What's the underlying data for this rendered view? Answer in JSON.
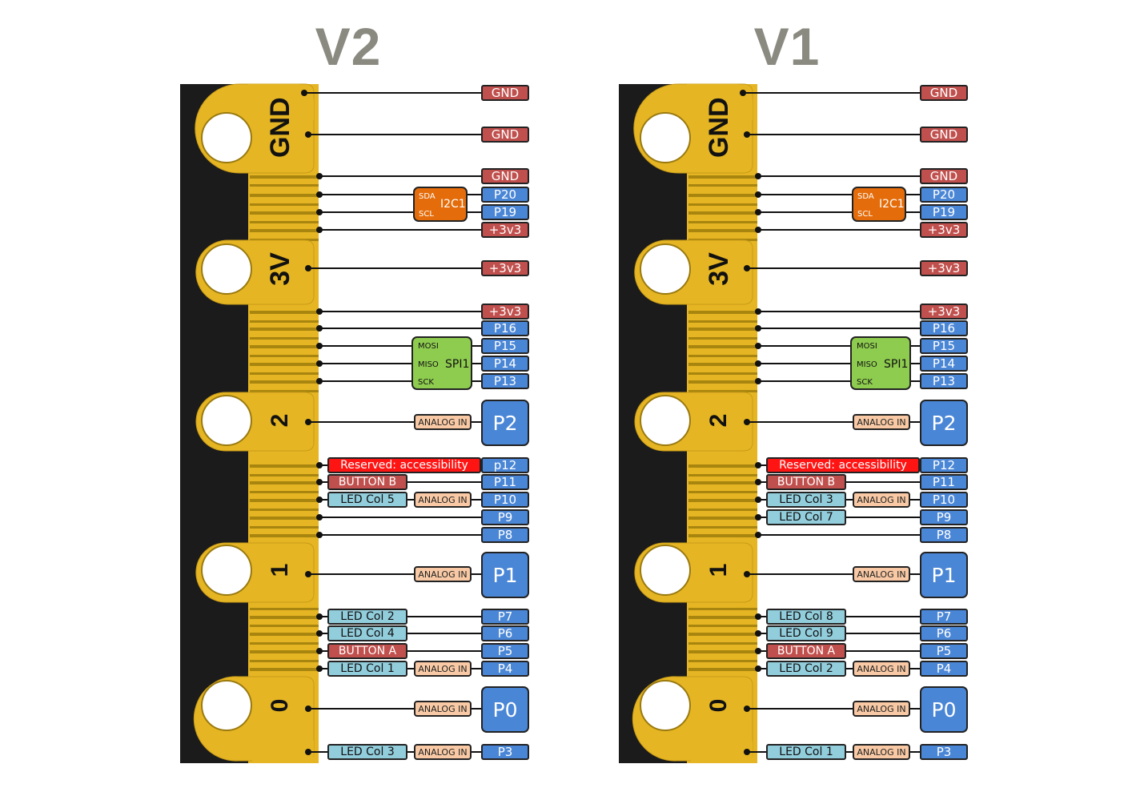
{
  "boards": [
    {
      "title": "V2",
      "pads": {
        "gnd": "GND",
        "v3": "3V",
        "p2": "2",
        "p1": "1",
        "p0": "0"
      },
      "rows": {
        "gnd1": {
          "pin": "GND"
        },
        "gnd2": {
          "pin": "GND"
        },
        "gnd3": {
          "pin": "GND"
        },
        "p20": {
          "pin": "P20"
        },
        "p19": {
          "pin": "P19"
        },
        "v3a": {
          "pin": "+3v3"
        },
        "v3b": {
          "pin": "+3v3"
        },
        "v3c": {
          "pin": "+3v3"
        },
        "p16": {
          "pin": "P16"
        },
        "p15": {
          "pin": "P15"
        },
        "p14": {
          "pin": "P14"
        },
        "p13": {
          "pin": "P13"
        },
        "p2": {
          "pin": "P2",
          "analog": "ANALOG IN"
        },
        "p12": {
          "pin": "p12",
          "reserved": "Reserved: accessibility"
        },
        "p11": {
          "pin": "P11",
          "button": "BUTTON B"
        },
        "p10": {
          "pin": "P10",
          "led": "LED Col 5",
          "analog": "ANALOG IN"
        },
        "p9": {
          "pin": "P9"
        },
        "p8": {
          "pin": "P8"
        },
        "p1": {
          "pin": "P1",
          "analog": "ANALOG IN"
        },
        "p7": {
          "pin": "P7",
          "led": "LED Col 2"
        },
        "p6": {
          "pin": "P6",
          "led": "LED Col 4"
        },
        "p5": {
          "pin": "P5",
          "button": "BUTTON A"
        },
        "p4": {
          "pin": "P4",
          "led": "LED Col 1",
          "analog": "ANALOG IN"
        },
        "p0": {
          "pin": "P0",
          "analog": "ANALOG IN"
        },
        "p3": {
          "pin": "P3",
          "led": "LED Col 3",
          "analog": "ANALOG IN"
        }
      },
      "i2c": {
        "name": "I2C1",
        "sda": "SDA",
        "scl": "SCL"
      },
      "spi": {
        "name": "SPI1",
        "mosi": "MOSI",
        "miso": "MISO",
        "sck": "SCK"
      }
    },
    {
      "title": "V1",
      "pads": {
        "gnd": "GND",
        "v3": "3V",
        "p2": "2",
        "p1": "1",
        "p0": "0"
      },
      "rows": {
        "gnd1": {
          "pin": "GND"
        },
        "gnd2": {
          "pin": "GND"
        },
        "gnd3": {
          "pin": "GND"
        },
        "p20": {
          "pin": "P20"
        },
        "p19": {
          "pin": "P19"
        },
        "v3a": {
          "pin": "+3v3"
        },
        "v3b": {
          "pin": "+3v3"
        },
        "v3c": {
          "pin": "+3v3"
        },
        "p16": {
          "pin": "P16"
        },
        "p15": {
          "pin": "P15"
        },
        "p14": {
          "pin": "P14"
        },
        "p13": {
          "pin": "P13"
        },
        "p2": {
          "pin": "P2",
          "analog": "ANALOG IN"
        },
        "p12": {
          "pin": "P12",
          "reserved": "Reserved: accessibility"
        },
        "p11": {
          "pin": "P11",
          "button": "BUTTON B"
        },
        "p10": {
          "pin": "P10",
          "led": "LED Col 3",
          "analog": "ANALOG IN"
        },
        "p9": {
          "pin": "P9",
          "led": "LED Col 7"
        },
        "p8": {
          "pin": "P8"
        },
        "p1": {
          "pin": "P1",
          "analog": "ANALOG IN"
        },
        "p7": {
          "pin": "P7",
          "led": "LED Col 8"
        },
        "p6": {
          "pin": "P6",
          "led": "LED Col 9"
        },
        "p5": {
          "pin": "P5",
          "button": "BUTTON A"
        },
        "p4": {
          "pin": "P4",
          "led": "LED Col 2",
          "analog": "ANALOG IN"
        },
        "p0": {
          "pin": "P0",
          "analog": "ANALOG IN"
        },
        "p3": {
          "pin": "P3",
          "led": "LED Col 1",
          "analog": "ANALOG IN"
        }
      },
      "i2c": {
        "name": "I2C1",
        "sda": "SDA",
        "scl": "SCL"
      },
      "spi": {
        "name": "SPI1",
        "mosi": "MOSI",
        "miso": "MISO",
        "sck": "SCK"
      }
    }
  ],
  "colors": {
    "edge_gold": "#e5b523",
    "edge_dark": "#a8850f",
    "board_black": "#1b1b1b",
    "power": "#c0504d",
    "pin": "#4a86d6",
    "analog": "#f8c9a4",
    "led": "#92cddc",
    "i2c": "#e46c0a",
    "spi": "#8ecc4f",
    "reserved": "#ff1414",
    "title": "#8a8a80"
  }
}
